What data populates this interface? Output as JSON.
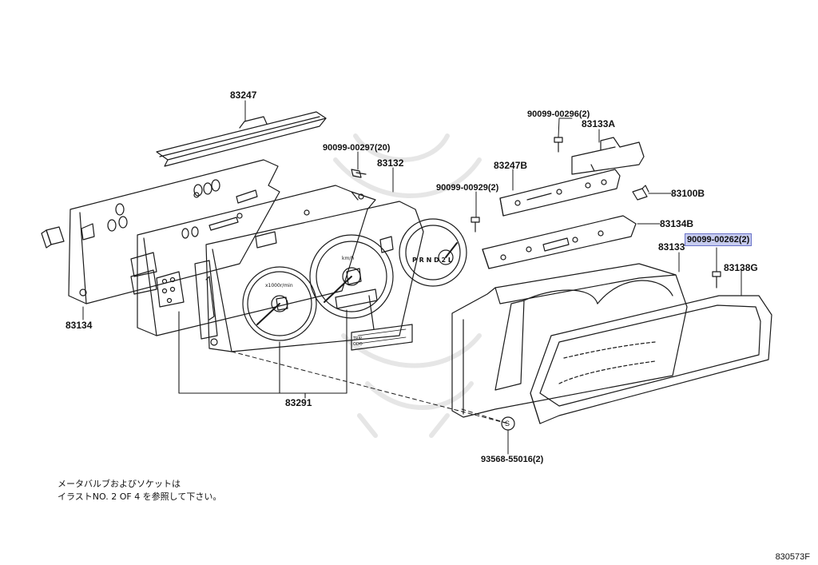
{
  "labels": {
    "p83247": "83247",
    "p83132": "83132",
    "p83134": "83134",
    "p83291": "83291",
    "p90099_00297": "90099-00297(20)",
    "p90099_00296": "90099-00296(2)",
    "p83133A": "83133A",
    "p83247B": "83247B",
    "p90099_00929": "90099-00929(2)",
    "p83100B": "83100B",
    "p83134B": "83134B",
    "p90099_00262": "90099-00262(2)",
    "p83133": "83133",
    "p83138G": "83138G",
    "p93568_55016": "93568-55016(2)"
  },
  "callout_letter": "S",
  "notes": {
    "line1": "メータバルブおよびソケットは",
    "line2": "イラストNO. 2 OF 4 を参照して下さい。"
  },
  "diagram_code": "830573F",
  "dial": {
    "label_a": "km/h",
    "label_b": "x1000r/min",
    "gear_letters": "P R N D 2 L",
    "odo_label_1": "TRIP",
    "odo_label_2": "ODO"
  },
  "colors": {
    "line": "#1a1a1a",
    "highlight_fill": "#c6cbee",
    "highlight_border": "#6a73c9",
    "watermark": "#e4e4e4"
  }
}
